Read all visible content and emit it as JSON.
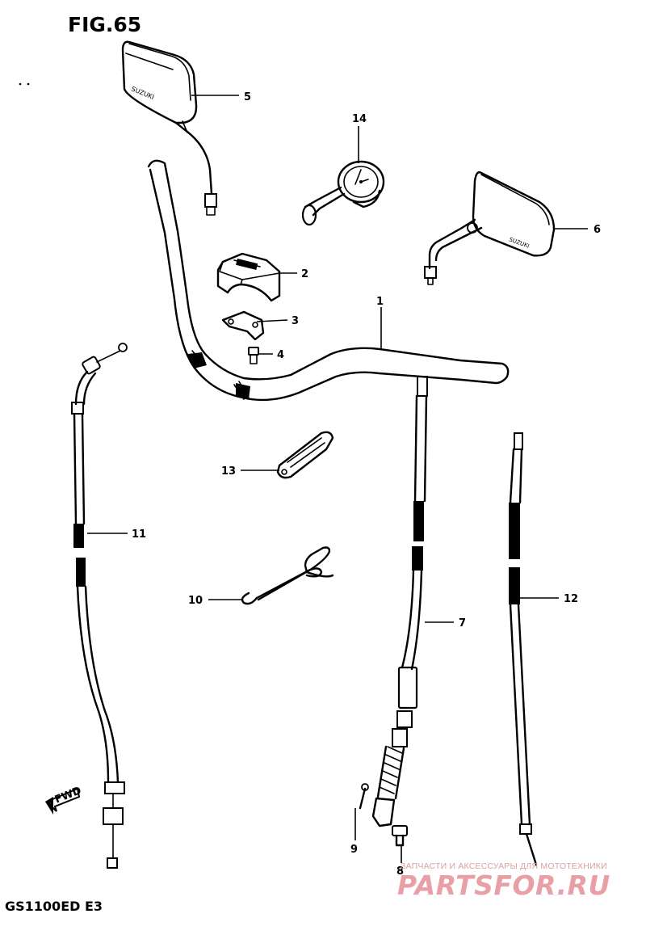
{
  "figure": {
    "title": "FIG.65",
    "model_code": "GS1100ED E3"
  },
  "callouts": [
    "1",
    "2",
    "3",
    "4",
    "5",
    "6",
    "7",
    "8",
    "9",
    "10",
    "11",
    "12",
    "13",
    "14"
  ],
  "watermark": {
    "caption": "ЗАПЧАСТИ И АКСЕССУАРЫ ДЛЯ МОТОТЕХНИКИ",
    "logo": "PARTSFOR.RU"
  },
  "arrow_label": "FWD"
}
